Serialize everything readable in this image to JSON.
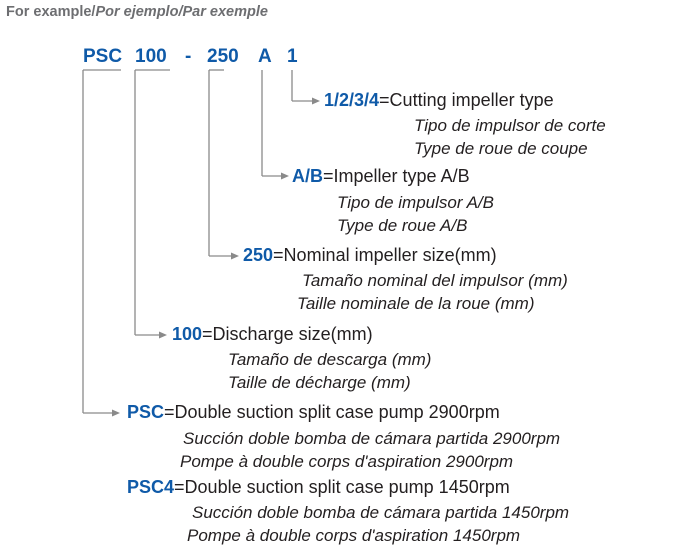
{
  "header": {
    "prefix": "For example/",
    "suffix": "Por ejemplo/Par exemple"
  },
  "code": {
    "p1": "PSC",
    "p2": "100",
    "p3": "-",
    "p4": "250",
    "p5": "A",
    "p6": "1"
  },
  "entries": [
    {
      "key": "1/2/3/4",
      "en": "=Cutting impeller type",
      "es": "Tipo de impulsor de corte",
      "fr": "Type de roue de coupe"
    },
    {
      "key": "A/B",
      "en": "=Impeller type A/B",
      "es": "Tipo de impulsor A/B",
      "fr": "Type de roue A/B"
    },
    {
      "key": "250",
      "en": "=Nominal impeller size(mm)",
      "es": "Tamaño nominal del impulsor (mm)",
      "fr": "Taille nominale de la roue (mm)"
    },
    {
      "key": "100",
      "en": "=Discharge size(mm)",
      "es": "Tamaño de descarga (mm)",
      "fr": "Taille de décharge (mm)"
    },
    {
      "key": "PSC",
      "en": "=Double suction split case pump 2900rpm",
      "es": "Succión doble bomba de cámara partida 2900rpm",
      "fr": "Pompe à double corps d'aspiration 2900rpm"
    },
    {
      "key": "PSC4",
      "en": "=Double suction split case pump 1450rpm",
      "es": "Succión doble bomba de cámara partida 1450rpm",
      "fr": "Pompe à double corps d'aspiration 1450rpm"
    }
  ],
  "colors": {
    "accent": "#0f5aa8",
    "text": "#231f20",
    "header": "#6d6e71",
    "connector": "#8a8a8a"
  }
}
